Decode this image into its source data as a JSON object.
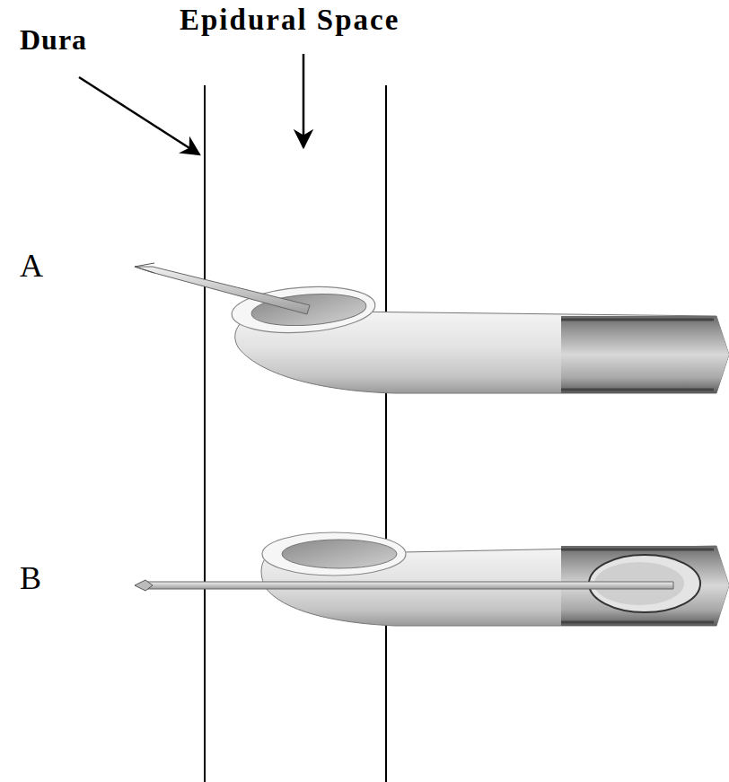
{
  "diagram": {
    "labels": [
      "Dura",
      "Epidural Space",
      "A",
      "B"
    ]
  }
}
